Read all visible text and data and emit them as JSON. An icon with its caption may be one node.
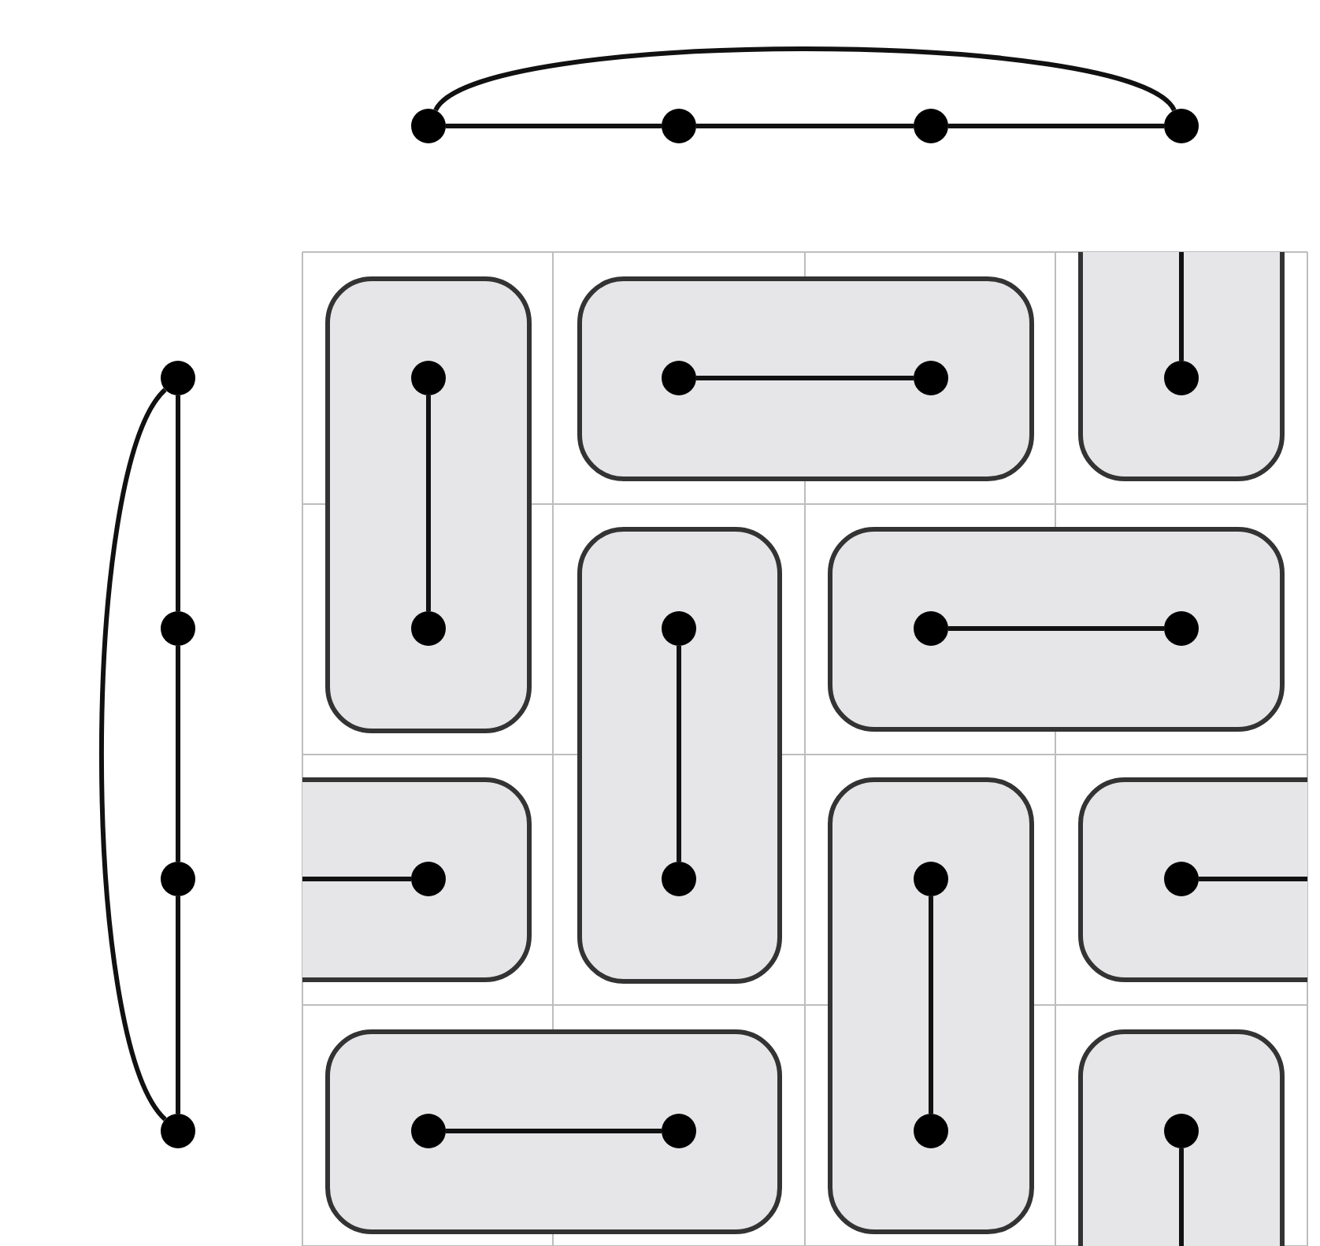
{
  "diagram": {
    "nodes": [
      {
        "text": [],
        "shape": "circle"
      },
      {
        "text": [],
        "shape": "circle"
      },
      {
        "text": [],
        "shape": "circle"
      },
      {
        "text": [],
        "shape": "circle"
      },
      {
        "text": [],
        "shape": "circle"
      },
      {
        "text": [],
        "shape": "circle"
      },
      {
        "text": [],
        "shape": "circle"
      },
      {
        "text": [],
        "shape": "circle"
      },
      {
        "text": [],
        "shape": "circle"
      },
      {
        "text": [],
        "shape": "circle"
      },
      {
        "text": [],
        "shape": "circle"
      },
      {
        "text": [],
        "shape": "circle"
      },
      {
        "text": [],
        "shape": "circle"
      },
      {
        "text": [],
        "shape": "circle"
      },
      {
        "text": [],
        "shape": "circle"
      },
      {
        "text": [],
        "shape": "circle"
      },
      {
        "text": [],
        "shape": "circle"
      },
      {
        "text": [],
        "shape": "circle"
      },
      {
        "text": [],
        "shape": "circle"
      },
      {
        "text": [],
        "shape": "circle"
      },
      {
        "text": [],
        "shape": "circle"
      },
      {
        "text": [],
        "shape": "circle"
      },
      {
        "text": [],
        "shape": "circle"
      },
      {
        "text": [],
        "shape": "circle"
      }
    ],
    "edges": [
      {
        "from": 0,
        "to": 1,
        "arrow": "none"
      },
      {
        "from": 1,
        "to": 2,
        "arrow": "none"
      },
      {
        "from": 2,
        "to": 3,
        "arrow": "none"
      },
      {
        "from": 0,
        "to": 3,
        "arrow": "none"
      },
      {
        "from": 4,
        "to": 5,
        "arrow": "none"
      },
      {
        "from": 5,
        "to": 6,
        "arrow": "none"
      },
      {
        "from": 6,
        "to": 7,
        "arrow": "none"
      },
      {
        "from": 4,
        "to": 7,
        "arrow": "none"
      },
      {
        "from": 8,
        "to": 12,
        "arrow": "none"
      },
      {
        "from": 9,
        "to": 10,
        "arrow": "none"
      },
      {
        "from": 11,
        "to": null,
        "arrow": "none"
      },
      {
        "from": 23,
        "to": null,
        "arrow": "none"
      },
      {
        "from": 13,
        "to": 17,
        "arrow": "none"
      },
      {
        "from": 14,
        "to": 15,
        "arrow": "none"
      },
      {
        "from": 19,
        "to": null,
        "arrow": "none"
      },
      {
        "from": 16,
        "to": null,
        "arrow": "none"
      },
      {
        "from": 18,
        "to": 22,
        "arrow": "none"
      },
      {
        "from": 20,
        "to": 21,
        "arrow": "none"
      }
    ]
  }
}
